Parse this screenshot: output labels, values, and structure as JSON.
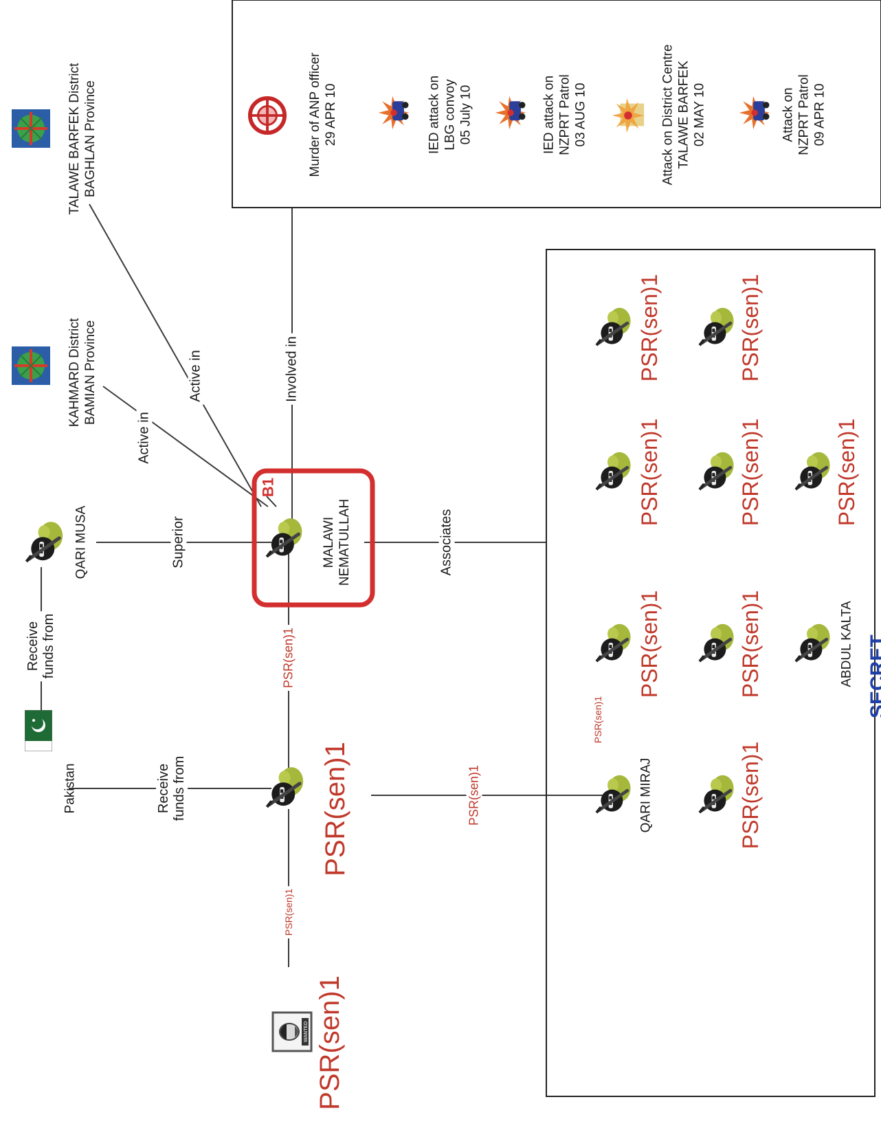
{
  "nodes": {
    "top_person_caption": "PSR(sen)1",
    "main_funder_caption": "PSR(sen)1",
    "pakistan": "Pakistan",
    "qari_musa": "QARI MUSA",
    "malawi_line1": "MALAWI",
    "malawi_line2": "NEMATULLAH",
    "b1_tag": "B1",
    "kahmard_line1": "KAHMARD District",
    "kahmard_line2": "BAMIAN Province",
    "talawe_line1": "TALAWE BARFEK District",
    "talawe_line2": "BAGHLAN Province"
  },
  "edges": {
    "top_to_funder": "PSR(sen)1",
    "pakistan_to_musa_line1": "Receive",
    "pakistan_to_musa_line2": "funds from",
    "pakistan_to_funder_line1": "Receive",
    "pakistan_to_funder_line2": "funds from",
    "musa_to_malawi": "Superior",
    "funder_to_malawi": "PSR(sen)1",
    "kahmard_active": "Active in",
    "talawe_active": "Active in",
    "malawi_involved": "Involved in",
    "malawi_associates": "Associates",
    "funder_to_group": "PSR(sen)1",
    "miraj_to_associate": "PSR(sen)1"
  },
  "associates": [
    {
      "name": "QARI MIRAJ"
    },
    {
      "name": "PSR(sen)1"
    },
    {
      "name": "PSR(sen)1"
    },
    {
      "name": "PSR(sen)1"
    },
    {
      "name": "PSR(sen)1"
    },
    {
      "name": "PSR(sen)1"
    },
    {
      "name": "PSR(sen)1"
    },
    {
      "name": "ABDUL KALTA"
    },
    {
      "name": "PSR(sen)1"
    },
    {
      "name": "PSR(sen)1"
    }
  ],
  "incidents": [
    {
      "lines": [
        "Murder of ANP officer",
        "29 APR 10"
      ],
      "icon": "target-icon"
    },
    {
      "lines": [
        "IED attack on",
        "LBG convoy",
        "05 July 10"
      ],
      "icon": "explosion-vehicle-icon"
    },
    {
      "lines": [
        "IED attack on",
        "NZPRT Patrol",
        "03 AUG 10"
      ],
      "icon": "explosion-vehicle-icon"
    },
    {
      "lines": [
        "Attack on District Centre",
        "TALAWE BARFEK",
        "02 MAY 10"
      ],
      "icon": "explosion-building-icon"
    },
    {
      "lines": [
        "Attack on",
        "NZPRT Patrol",
        "09 APR 10"
      ],
      "icon": "explosion-vehicle-icon"
    }
  ],
  "footer_marking": "SECRET",
  "colors": {
    "highlight": "#d32f2f",
    "psr_red": "#c0392b",
    "line": "#333333",
    "marking_blue": "#1f3fa8"
  }
}
